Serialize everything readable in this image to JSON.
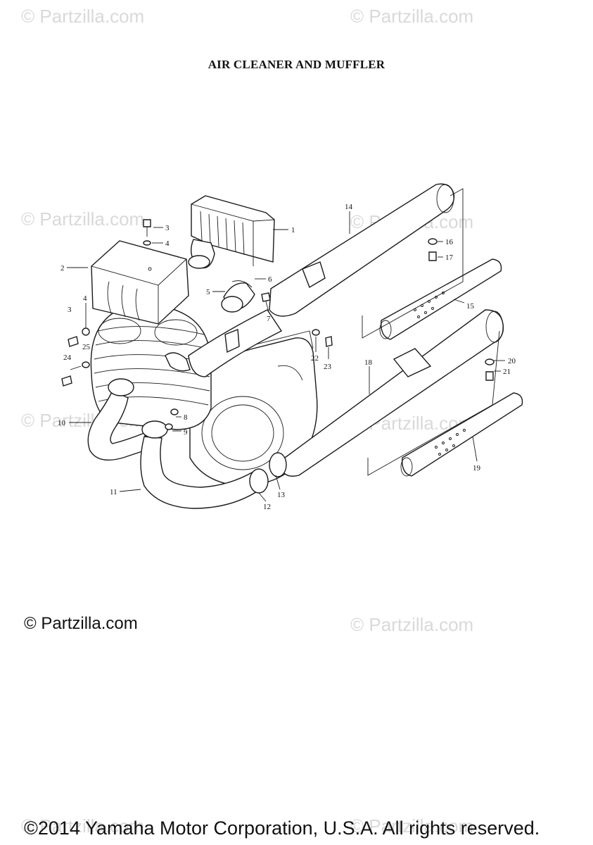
{
  "title": "AIR CLEANER AND MUFFLER",
  "watermark": "© Partzilla.com",
  "copyright_small": "© Partzilla.com",
  "copyright_bottom": "©2014 Yamaha Motor Corporation, U.S.A. All rights reserved.",
  "colors": {
    "ink": "#1a1a1a",
    "watermark": "#d9d9d9",
    "background": "#ffffff"
  },
  "callouts": [
    "1",
    "2",
    "3",
    "4",
    "5",
    "6",
    "7",
    "8",
    "9",
    "10",
    "11",
    "12",
    "13",
    "14",
    "15",
    "16",
    "17",
    "18",
    "19",
    "20",
    "21",
    "22",
    "23",
    "24",
    "25"
  ]
}
